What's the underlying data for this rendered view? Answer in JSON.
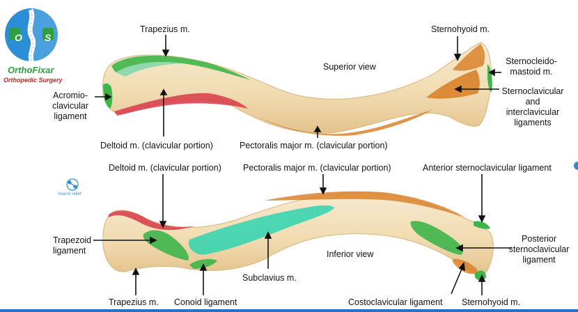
{
  "logo": {
    "name": "OrthoFixar",
    "tagline": "Orthopedic Surgery",
    "left_letter": "O",
    "right_letter": "S",
    "blue": "#2a8fd6",
    "green": "#2e9e3e",
    "red": "#c62828"
  },
  "watermark": {
    "text": "how to relief"
  },
  "colors": {
    "bone": "#f3e2bf",
    "bone_shade": "#e2c48f",
    "muscle_green": "#3fb24a",
    "ligament_teal": "#2fd3b0",
    "red": "#d9434f",
    "orange": "#d9822b"
  },
  "superior": {
    "view_label": "Superior view",
    "labels": {
      "trapezius": "Trapezius m.",
      "acromio": [
        "Acromio-",
        "clavicular",
        "ligament"
      ],
      "deltoid": "Deltoid m. (clavicular portion)",
      "pectoralis": "Pectoralis major m. (clavicular portion)",
      "sternohyoid": "Sternohyoid m.",
      "scm": [
        "Sternocleido-",
        "mastoid m."
      ],
      "sternoclav": [
        "Sternoclavicular",
        "and",
        "interclavicular",
        "ligaments"
      ]
    }
  },
  "inferior": {
    "view_label": "Inferior view",
    "labels": {
      "deltoid": "Deltoid m. (clavicular portion)",
      "pectoralis": "Pectoralis major m. (clavicular portion)",
      "anterior": "Anterior sternoclavicular ligament",
      "trapezoid": [
        "Trapezoid",
        "ligament"
      ],
      "posterior": [
        "Posterior",
        "sternoclavicular",
        "ligament"
      ],
      "subclavius": "Subclavius m.",
      "trapezius": "Trapezius m.",
      "conoid": "Conoid ligament",
      "costoclavicular": "Costoclavicular ligament",
      "sternohyoid": "Sternohyoid m."
    }
  }
}
